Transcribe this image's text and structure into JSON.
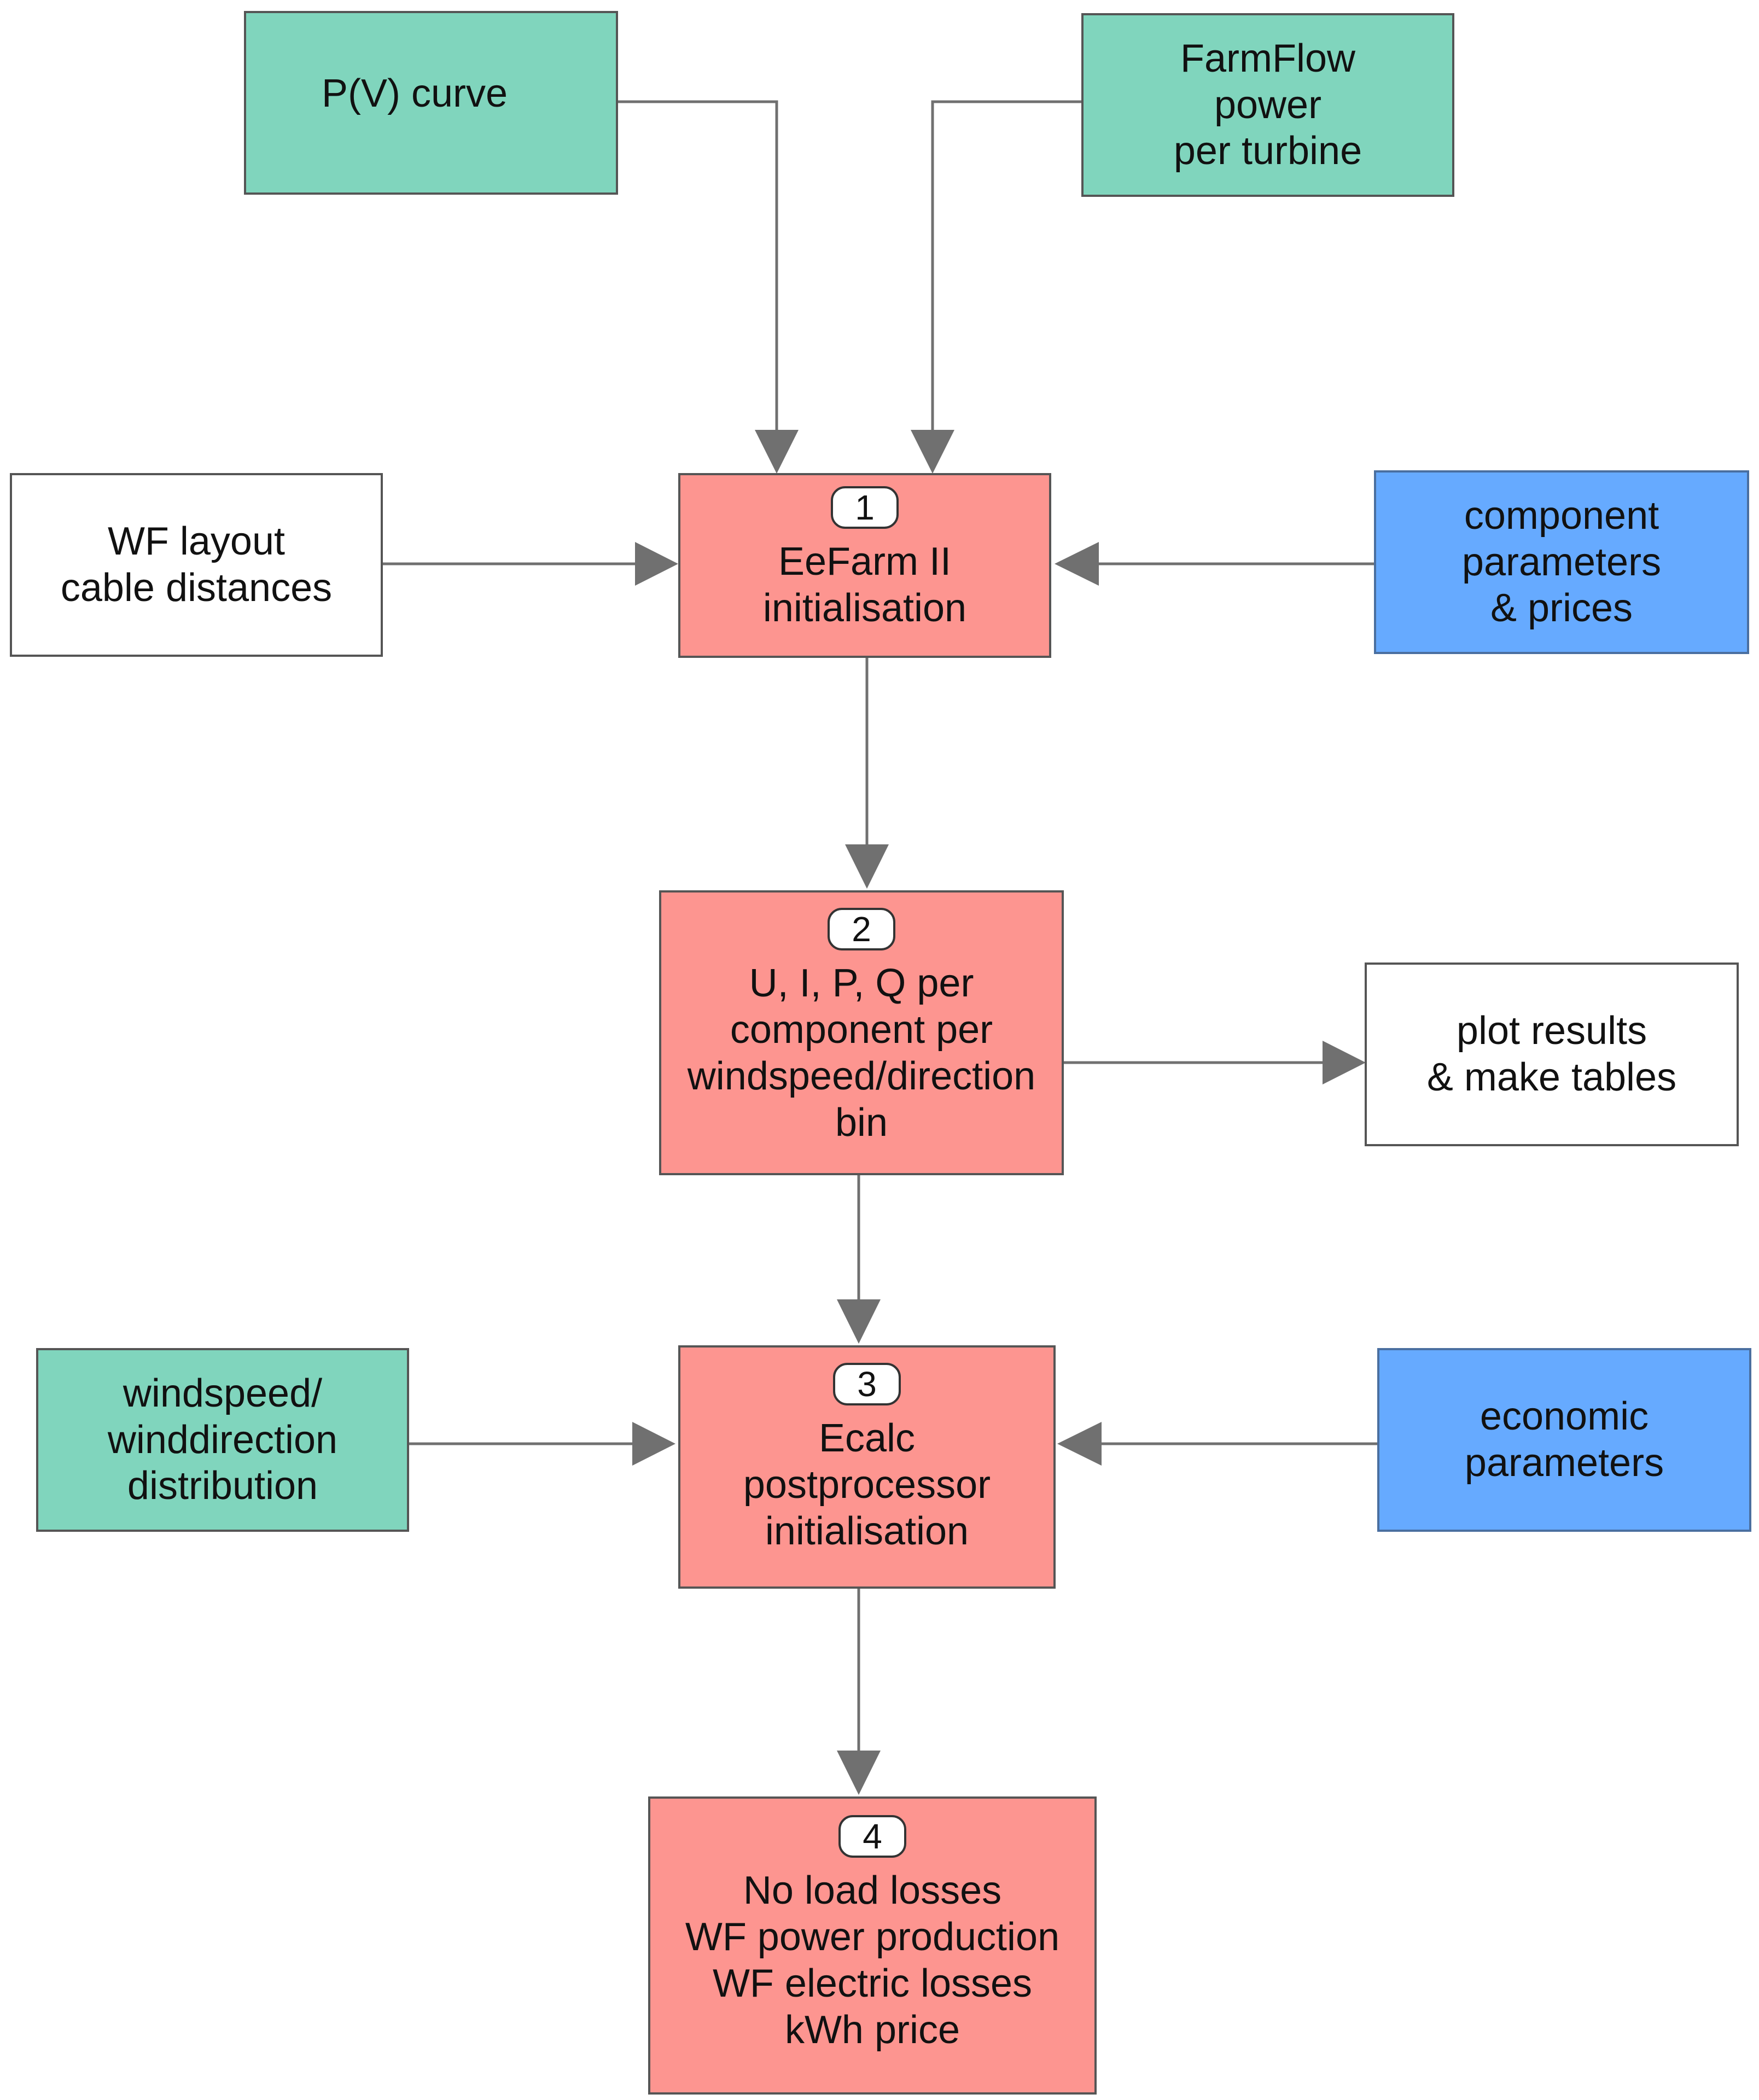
{
  "diagram": {
    "nodes": {
      "pv_curve": {
        "lines": [
          "P(V) curve"
        ]
      },
      "farmflow": {
        "lines": [
          "FarmFlow",
          "power",
          "per turbine"
        ]
      },
      "wf_layout": {
        "lines": [
          "WF layout",
          "cable distances"
        ]
      },
      "eefarm_init": {
        "step": "1",
        "lines": [
          "EeFarm II",
          "initialisation"
        ]
      },
      "component_params": {
        "lines": [
          "component",
          "parameters",
          "& prices"
        ]
      },
      "uipq": {
        "step": "2",
        "lines": [
          "U, I, P, Q per",
          "component per",
          "windspeed/direction",
          "bin"
        ]
      },
      "plot_results": {
        "lines": [
          "plot results",
          "& make tables"
        ]
      },
      "wind_distribution": {
        "lines": [
          "windspeed/",
          "winddirection",
          "distribution"
        ]
      },
      "ecalc": {
        "step": "3",
        "lines": [
          "Ecalc",
          "postprocessor",
          "initialisation"
        ]
      },
      "economic_params": {
        "lines": [
          "economic",
          "parameters"
        ]
      },
      "results": {
        "step": "4",
        "lines": [
          "No load losses",
          "WF power production",
          "WF electric losses",
          "kWh price"
        ]
      }
    },
    "colors": {
      "green": "#80d5bd",
      "blue": "#66aaff",
      "red": "#fd9590",
      "white": "#ffffff",
      "arrow": "#707070"
    }
  }
}
